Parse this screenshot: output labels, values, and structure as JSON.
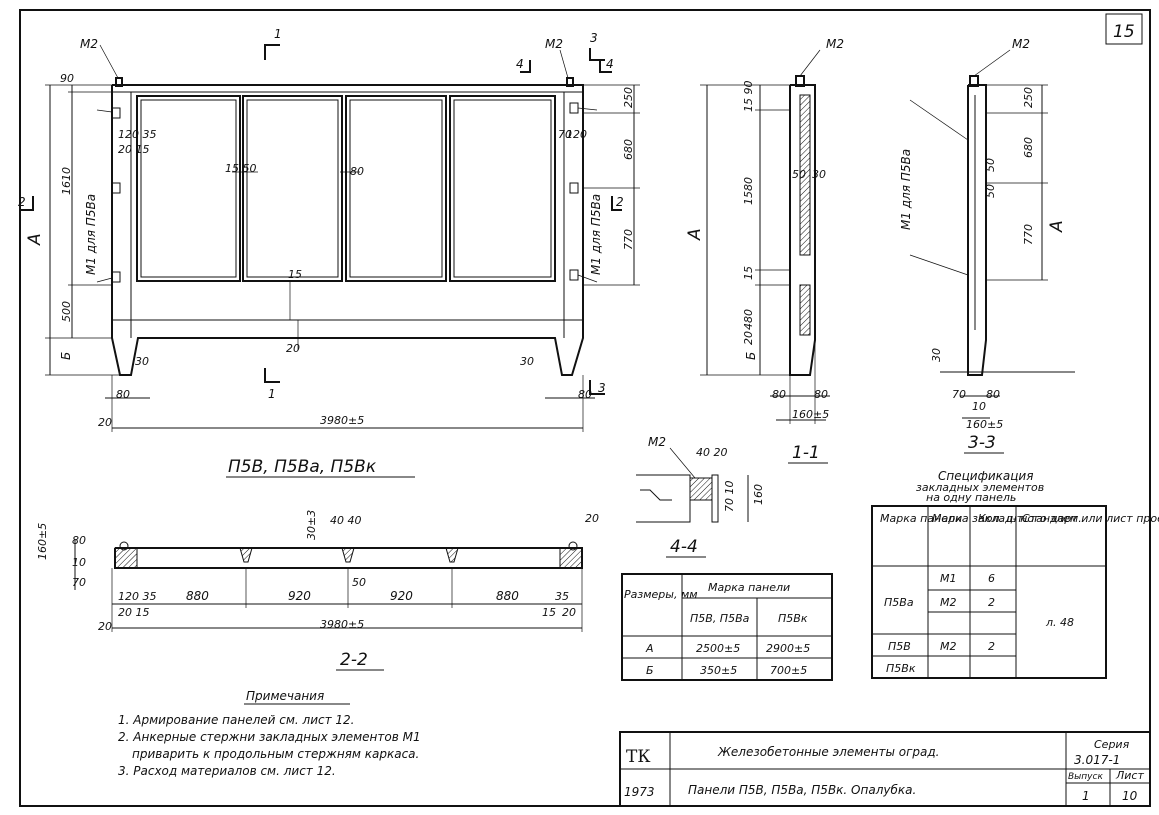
{
  "sheet": {
    "sheet_number": "15",
    "views": {
      "front_title": "П5В, П5Ва, П5Вк",
      "s11": "1-1",
      "s22": "2-2",
      "s33": "3-3",
      "s44": "4-4"
    },
    "marks": {
      "m2": "М2",
      "m1_note": "М1 для П5Ва",
      "cut1": "1",
      "cut2": "2",
      "cut3": "3",
      "cut4": "4",
      "dimA": "А",
      "dimB": "Б"
    },
    "dims": {
      "d90": "90",
      "d1610": "1610",
      "d500": "500",
      "d250": "250",
      "d680": "680",
      "d770": "770",
      "d20": "20",
      "d30": "30",
      "d80": "80",
      "d15": "15",
      "d50": "50",
      "d35": "35",
      "d120": "120",
      "d70": "70",
      "d3980": "3980±5",
      "d1590": "15 90",
      "d1580": "1580",
      "d480": "480",
      "d160": "160±5",
      "d40": "40",
      "d880": "880",
      "d920": "920",
      "d3003": "30±3",
      "d160b": "160",
      "d10": "10",
      "d40_40": "40 40",
      "d40_20": "40 20",
      "d70_10": "70 10",
      "d160_5": "160±5",
      "d15_50": "15 50",
      "d120_35": "120 35",
      "d20_15": "20 15"
    },
    "spec": {
      "title": "Спецификация",
      "subtitle1": "закладных элементов",
      "subtitle2": "на одну панель",
      "headers": [
        "Марка панели",
        "Марка заклад- ного элем.",
        "Кол. шт.",
        "Стандарт или лист проекта"
      ],
      "rows": [
        {
          "panel": "П5Ва",
          "elem": "М1",
          "qty": "6"
        },
        {
          "panel": "",
          "elem": "М2",
          "qty": "2"
        },
        {
          "panel": "П5В",
          "elem": "М2",
          "qty": "2"
        },
        {
          "panel": "П5Вк",
          "elem": "",
          "qty": ""
        }
      ],
      "standard": "л. 48"
    },
    "sizes": {
      "header_left": "Размеры, мм",
      "header_group": "Марка панели",
      "col1": "П5В, П5Ва",
      "col2": "П5Вк",
      "rows": [
        {
          "name": "А",
          "v1": "2500±5",
          "v2": "2900±5"
        },
        {
          "name": "Б",
          "v1": "350±5",
          "v2": "700±5"
        }
      ]
    },
    "notes": {
      "title": "Примечания",
      "items": [
        "1. Армирование панелей см. лист 12.",
        "2. Анкерные стержни закладных элементов М1",
        "приварить к продольным стержням каркаса.",
        "3. Расход материалов см. лист 12."
      ]
    },
    "stamp": {
      "org": "ТК",
      "year": "1973",
      "title1": "Железобетонные элементы оград.",
      "title2": "Панели П5В, П5Ва, П5Вк. Опалубка.",
      "series_label": "Серия",
      "series": "3.017-1",
      "issue_label": "Выпуск",
      "issue": "1",
      "sheet_label": "Лист",
      "sheet": "10"
    }
  }
}
